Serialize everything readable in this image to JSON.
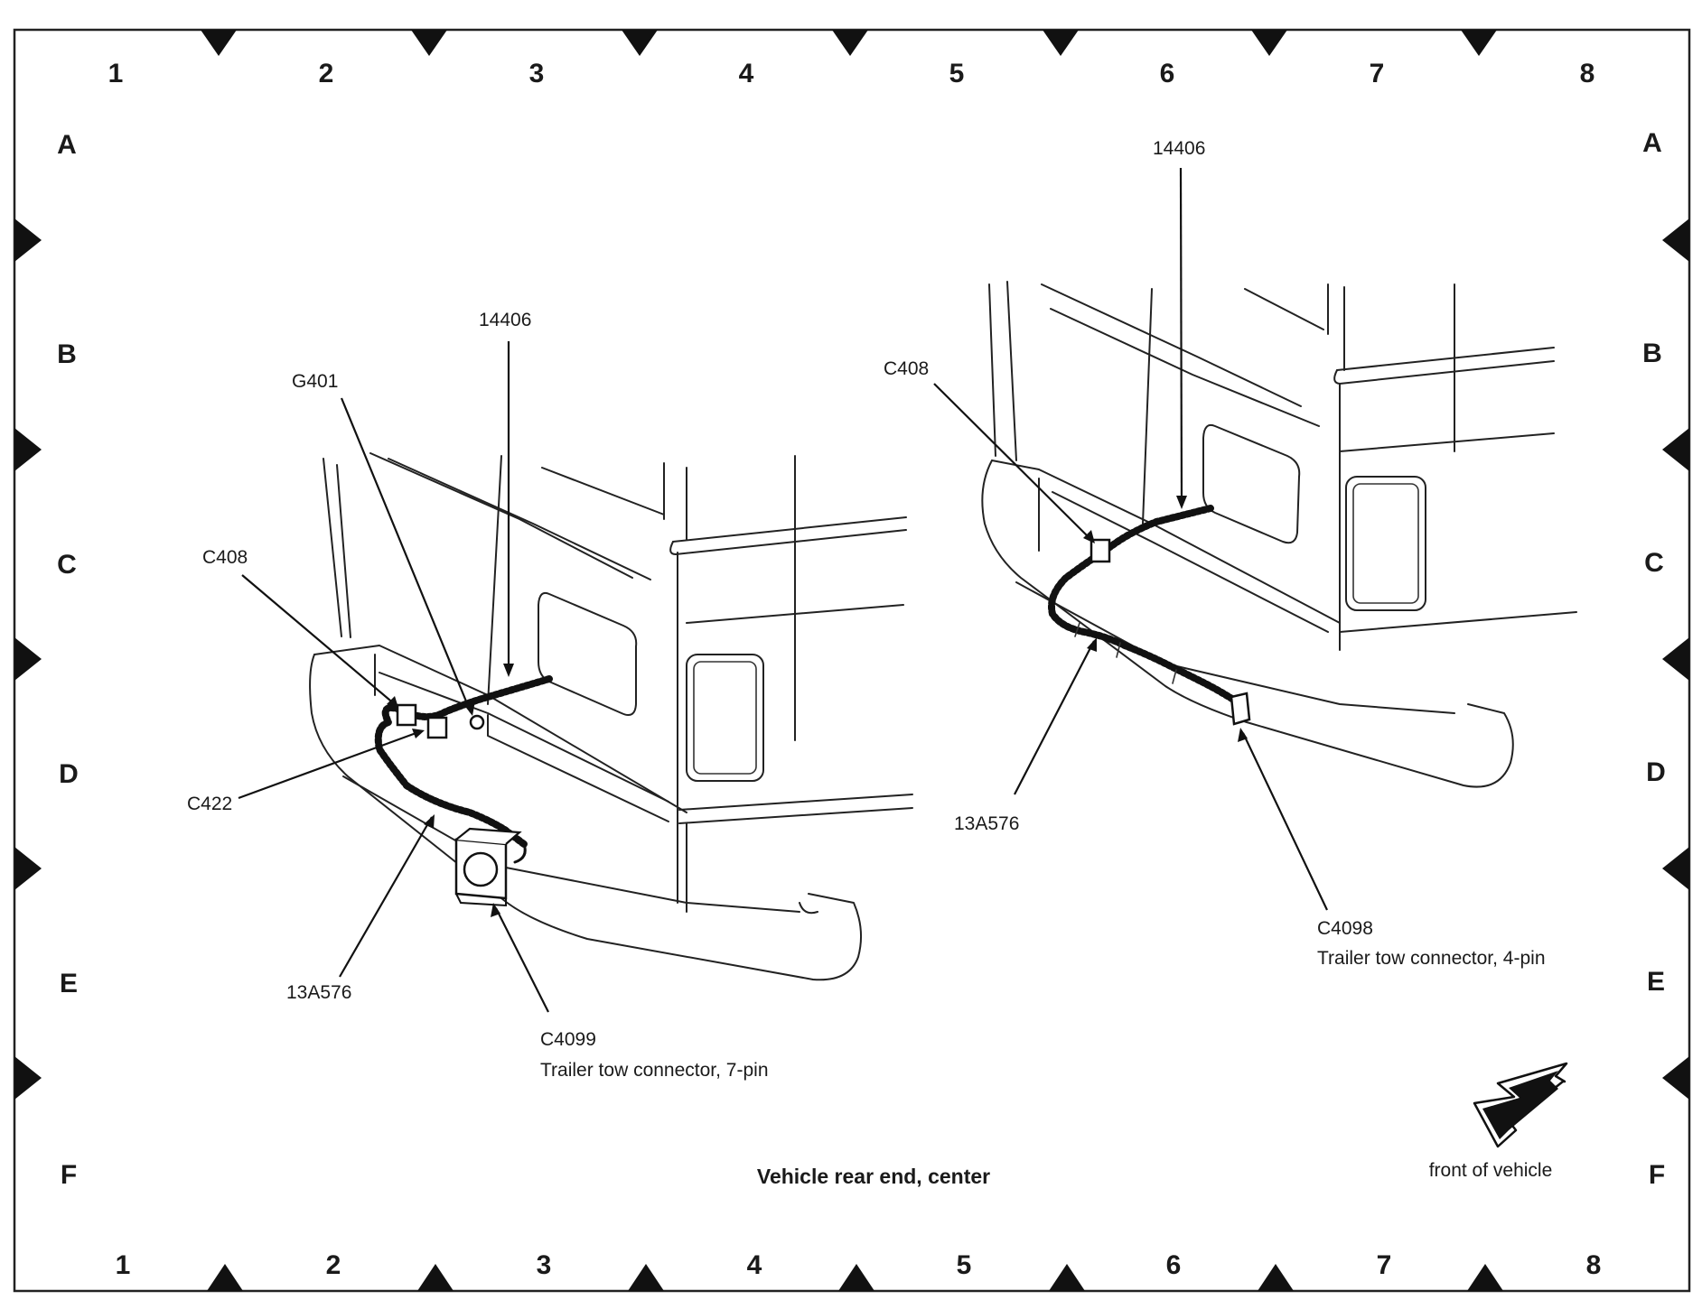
{
  "grid": {
    "columns": [
      "1",
      "2",
      "3",
      "4",
      "5",
      "6",
      "7",
      "8"
    ],
    "rows": [
      "A",
      "B",
      "C",
      "D",
      "E",
      "F"
    ]
  },
  "left_view": {
    "labels": {
      "wiring_14406": "14406",
      "ground_g401": "G401",
      "connector_c408": "C408",
      "connector_c422": "C422",
      "wiring_13a576": "13A576",
      "connector_c4099": "C4099",
      "connector_c4099_desc": "Trailer tow connector, 7-pin"
    }
  },
  "right_view": {
    "labels": {
      "wiring_14406": "14406",
      "connector_c408": "C408",
      "wiring_13a576": "13A576",
      "connector_c4098": "C4098",
      "connector_c4098_desc": "Trailer tow connector, 4-pin"
    }
  },
  "caption": "Vehicle rear end, center",
  "orientation": {
    "label": "front of vehicle",
    "icon": "arrow-icon"
  }
}
